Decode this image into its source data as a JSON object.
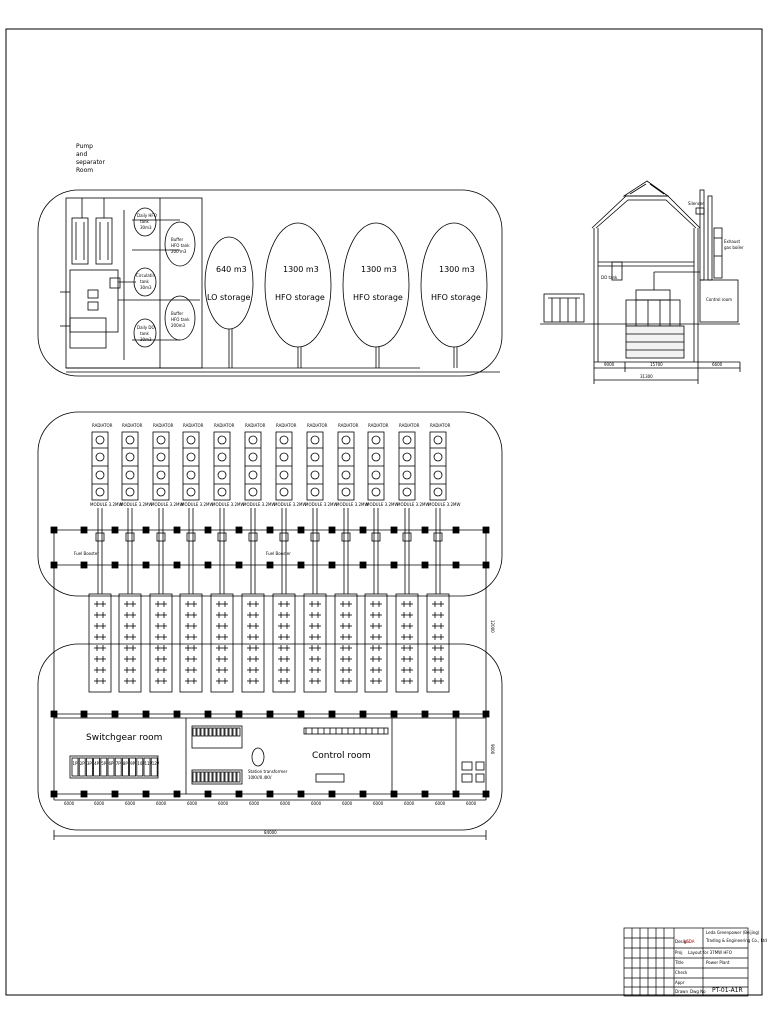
{
  "pump_room": {
    "title_lines": [
      "Pump",
      "and",
      "separator",
      "Room"
    ]
  },
  "tanks": [
    {
      "volume": "640 m3",
      "name": "LO storage"
    },
    {
      "volume": "1300 m3",
      "name": "HFO storage"
    },
    {
      "volume": "1300 m3",
      "name": "HFO storage"
    },
    {
      "volume": "1300 m3",
      "name": "HFO storage"
    }
  ],
  "small_tanks": [
    {
      "line1": "Daily HFO",
      "line2": "tank",
      "line3": "30m3"
    },
    {
      "line1": "Circulatin",
      "line2": "tank",
      "line3": "30m3"
    },
    {
      "line1": "Daily DO",
      "line2": "tank",
      "line3": "30m3"
    }
  ],
  "buffer_tanks": [
    {
      "line1": "Buffer",
      "line2": "HFO tank",
      "line3": "200 m3"
    },
    {
      "line1": "Buffer",
      "line2": "HFO tank",
      "line3": "200m3"
    }
  ],
  "elevation": {
    "silencer": "Silencer",
    "exhaust": "Exhaust",
    "exhaust2": "gas boiler",
    "control": "Control room",
    "dims": [
      "9000",
      "15700",
      "6600"
    ],
    "total": "31300",
    "oil_label": "DO tank"
  },
  "plan": {
    "switchgear": "Switchgear room",
    "control": "Control room",
    "transformer": "Station transformer",
    "transformer2": "10KV/0.4KV",
    "fuel_booster": "Fuel Booster",
    "fuel_booster2": "Fuel Booster",
    "engine_label": "RADIATOR",
    "engine_bottom_label": "MODULE 3.2MW",
    "bay_dims": [
      "6000",
      "6000",
      "6000",
      "6000",
      "6000",
      "6000",
      "6000",
      "6000",
      "6000",
      "6000",
      "6000",
      "6000",
      "6000",
      "6000"
    ],
    "total_length": "84000",
    "right_dim": "12000",
    "right_dim2": "9000",
    "switchgear_panels": [
      "1P",
      "2P",
      "3P",
      "4P",
      "5P",
      "6P",
      "7P",
      "8P",
      "9P",
      "10P",
      "11P",
      "12P"
    ]
  },
  "title_block": {
    "company_line1": "Leda Greenpower (Beijing)",
    "company_line2": "Trading & Engineering Co., Ltd",
    "project": "Layout for 37MW HFO",
    "drawing_title": "Power Plant",
    "drawing_no": "PT-01-A1R",
    "row_labels": [
      "Design",
      "Proj",
      "Title",
      "Check",
      "Appr",
      "Drawn",
      "Dwg No"
    ],
    "stamp": "LEDA"
  }
}
